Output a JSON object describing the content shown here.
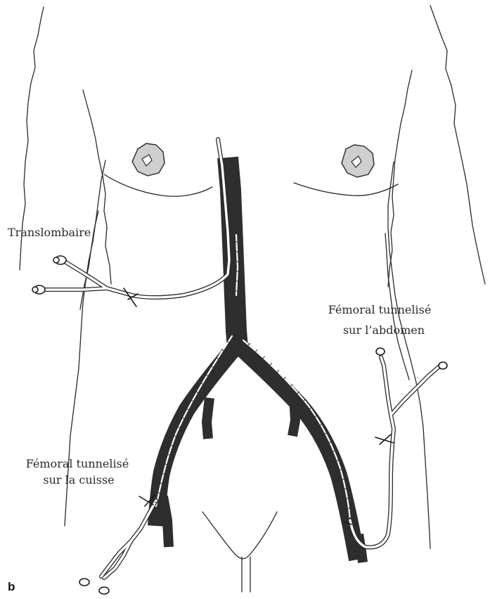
{
  "labels": {
    "translombaire": "Translombaire",
    "femoral_abdomen_line1": "Fémoral tunnelisé",
    "femoral_abdomen_line2": "sur l’abdomen",
    "femoral_cuisse_line1": "Fémoral tunnelisé",
    "femoral_cuisse_line2": "sur la cuisse",
    "panel_letter": "b"
  },
  "colors": {
    "vein": "#2e2e2e",
    "nipple": "#cfcfcf",
    "line": "#2a2a2a",
    "background": "#ffffff"
  },
  "icons": {
    "catheter_hub": "catheter-hub-icon",
    "suture": "suture-icon"
  }
}
